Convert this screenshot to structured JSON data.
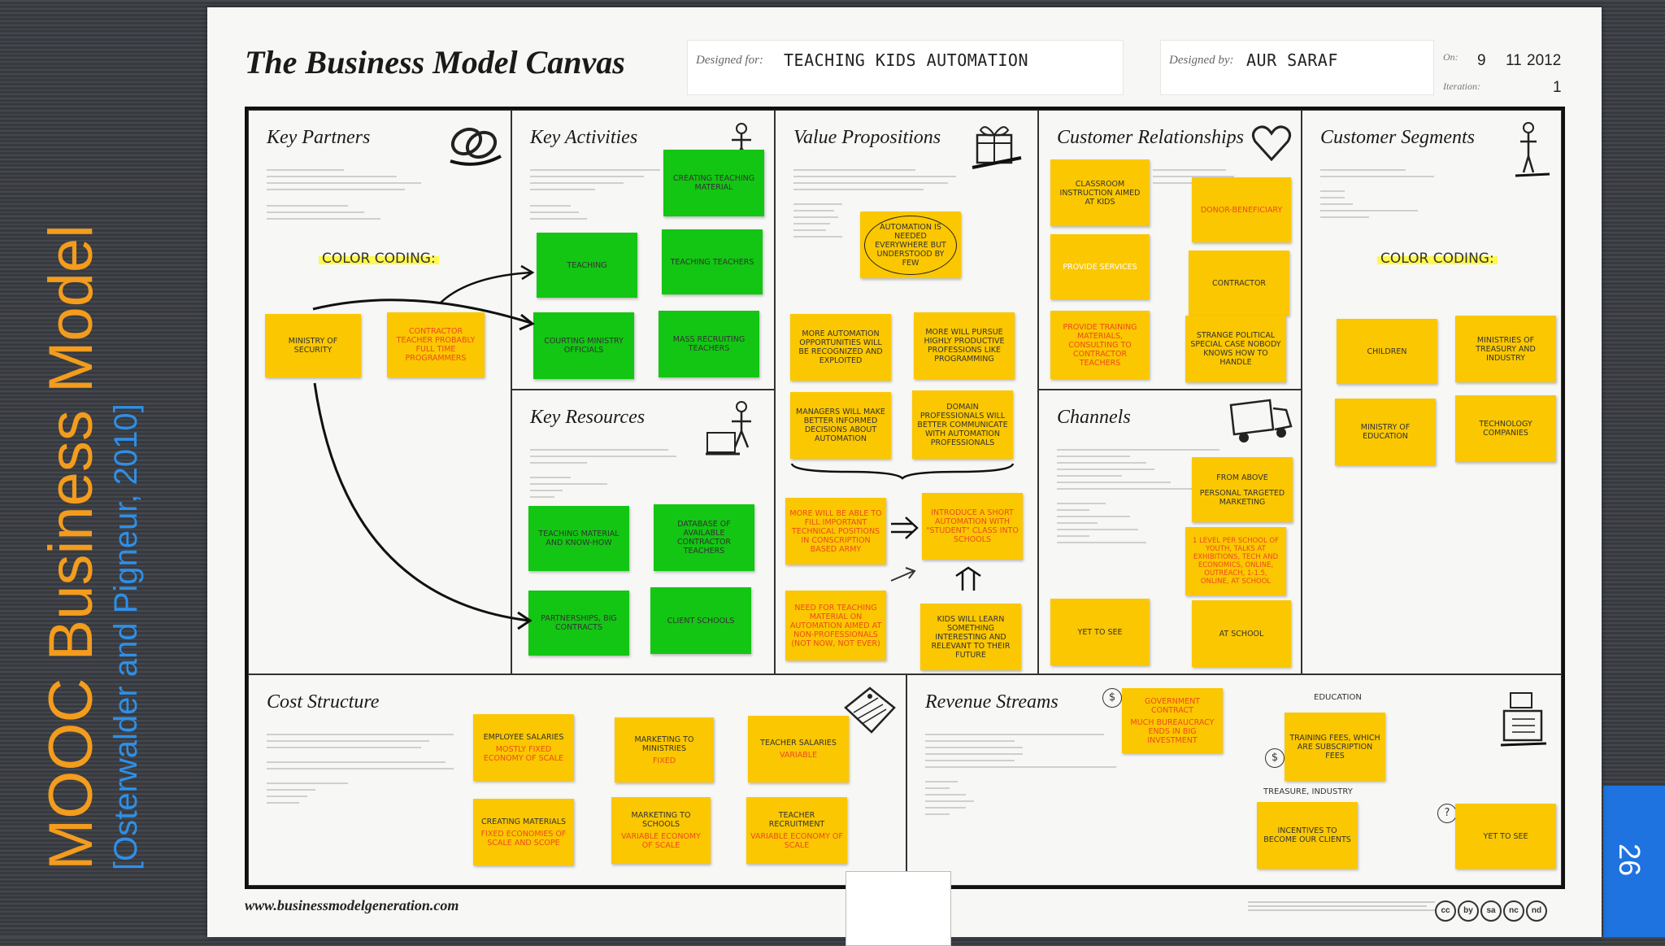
{
  "slide": {
    "title": "MOOC Business Model",
    "citation": "[Osterwalder and Pigneur, 2010]",
    "page_number": "26",
    "colors": {
      "title": "#f39c1d",
      "citation": "#2f8fe6",
      "badge": "#1e73e0"
    }
  },
  "canvas": {
    "title": "The Business Model Canvas",
    "designed_for_label": "Designed for:",
    "designed_for": "TEACHING KIDS AUTOMATION",
    "designed_by_label": "Designed by:",
    "designed_by": "AUR SARAF",
    "on_label": "On:",
    "date": {
      "day": "9",
      "month": "11",
      "year": "2012"
    },
    "iteration_label": "Iteration:",
    "iteration": "1",
    "url": "www.businessmodelgeneration.com",
    "license_icons": [
      "cc",
      "by",
      "sa",
      "nc",
      "nd"
    ]
  },
  "blocks": {
    "key_partners": {
      "title": "Key Partners",
      "icon": "chain-link-icon",
      "color_coding": "COLOR CODING:",
      "notes": [
        "MINISTRY OF SECURITY",
        "CONTRACTOR TEACHER PROBABLY FULL TIME PROGRAMMERS"
      ]
    },
    "key_activities": {
      "title": "Key Activities",
      "icon": "worker-icon",
      "notes": [
        "CREATING TEACHING MATERIAL",
        "TEACHING",
        "TEACHING TEACHERS",
        "COURTING MINISTRY OFFICIALS",
        "MASS RECRUITING TEACHERS"
      ]
    },
    "key_resources": {
      "title": "Key Resources",
      "icon": "forklift-worker-icon",
      "notes": [
        "TEACHING MATERIAL AND KNOW-HOW",
        "DATABASE OF AVAILABLE CONTRACTOR TEACHERS",
        "PARTNERSHIPS, BIG CONTRACTS",
        "CLIENT SCHOOLS"
      ]
    },
    "value_propositions": {
      "title": "Value Propositions",
      "icon": "gift-icon",
      "notes": [
        "AUTOMATION IS NEEDED EVERYWHERE BUT UNDERSTOOD BY FEW",
        "MORE AUTOMATION OPPORTUNITIES WILL BE RECOGNIZED AND EXPLOITED",
        "MORE WILL PURSUE HIGHLY PRODUCTIVE PROFESSIONS LIKE PROGRAMMING",
        "MANAGERS WILL MAKE BETTER INFORMED DECISIONS ABOUT AUTOMATION",
        "DOMAIN PROFESSIONALS WILL BETTER COMMUNICATE WITH AUTOMATION PROFESSIONALS",
        "MORE WILL BE ABLE TO FILL IMPORTANT TECHNICAL POSITIONS IN CONSCRIPTION BASED ARMY",
        "INTRODUCE A SHORT AUTOMATION WITH \"STUDENT\" CLASS INTO SCHOOLS",
        "NEED FOR TEACHING MATERIAL ON AUTOMATION AIMED AT NON-PROFESSIONALS (NOT NOW, NOT EVER)",
        "KIDS WILL LEARN SOMETHING INTERESTING AND RELEVANT TO THEIR FUTURE"
      ]
    },
    "customer_relationships": {
      "title": "Customer Relationships",
      "icon": "heart-icon",
      "notes": [
        "CLASSROOM INSTRUCTION AIMED AT KIDS",
        "DONOR-BENEFICIARY",
        "PROVIDE SERVICES",
        "CONTRACTOR",
        "PROVIDE TRAINING MATERIALS, CONSULTING TO CONTRACTOR TEACHERS",
        "STRANGE POLITICAL SPECIAL CASE NOBODY KNOWS HOW TO HANDLE"
      ]
    },
    "channels": {
      "title": "Channels",
      "icon": "delivery-truck-icon",
      "notes": [
        "FROM ABOVE",
        "PERSONAL TARGETED MARKETING",
        "1 LEVEL PER SCHOOL OF YOUTH, TALKS AT EXHIBITIONS, TECH AND ECONOMICS, ONLINE, OUTREACH, 1-1.5, ONLINE, AT SCHOOL",
        "YET TO SEE",
        "AT SCHOOL"
      ]
    },
    "customer_segments": {
      "title": "Customer Segments",
      "icon": "person-icon",
      "color_coding": "COLOR CODING:",
      "notes": [
        "CHILDREN",
        "MINISTRIES OF TREASURY AND INDUSTRY",
        "MINISTRY OF EDUCATION",
        "TECHNOLOGY COMPANIES"
      ]
    },
    "cost_structure": {
      "title": "Cost Structure",
      "icon": "price-tag-icon",
      "notes": [
        {
          "main": "EMPLOYEE SALARIES",
          "sub": "MOSTLY FIXED ECONOMY OF SCALE"
        },
        {
          "main": "MARKETING TO MINISTRIES",
          "sub": "FIXED"
        },
        {
          "main": "TEACHER SALARIES",
          "sub": "VARIABLE"
        },
        {
          "main": "CREATING MATERIALS",
          "sub": "FIXED ECONOMIES OF SCALE AND SCOPE"
        },
        {
          "main": "MARKETING TO SCHOOLS",
          "sub": "VARIABLE ECONOMY OF SCALE"
        },
        {
          "main": "TEACHER RECRUITMENT",
          "sub": "VARIABLE ECONOMY OF SCALE"
        }
      ]
    },
    "revenue_streams": {
      "title": "Revenue Streams",
      "icon": "cash-register-icon",
      "label_education": "EDUCATION",
      "label_treasure": "TREASURE, INDUSTRY",
      "notes": [
        {
          "main": "GOVERNMENT CONTRACT",
          "sub": "MUCH BUREAUCRACY ENDS IN BIG INVESTMENT"
        },
        {
          "main": "TRAINING FEES, WHICH ARE SUBSCRIPTION FEES"
        },
        {
          "main": "INCENTIVES TO BECOME OUR CLIENTS"
        },
        {
          "main": "YET TO SEE"
        }
      ]
    }
  }
}
